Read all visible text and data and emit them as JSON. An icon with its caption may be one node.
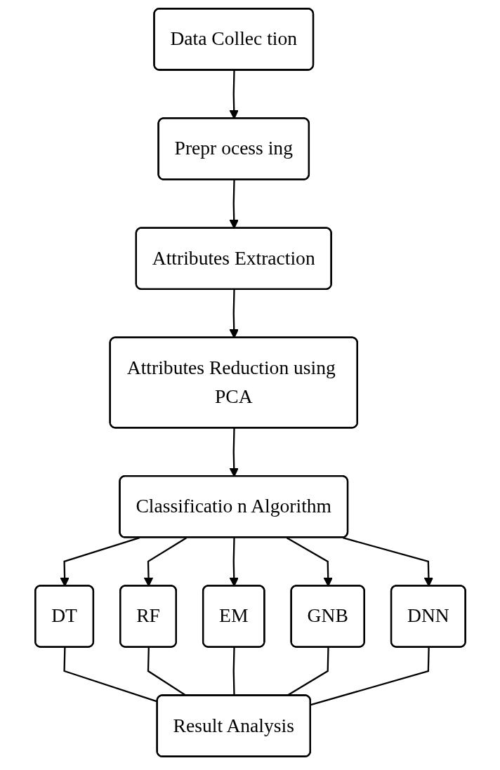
{
  "diagram": {
    "nodes": [
      {
        "text": [
          "Data Collec tion"
        ]
      },
      {
        "text": [
          "Prepr ocess ing"
        ]
      },
      {
        "text": [
          "Attributes Extraction"
        ]
      },
      {
        "text": [
          "Attributes Reduction using PCA"
        ]
      },
      {
        "text": [
          "Classificatio n Algorithm"
        ]
      },
      {
        "text": [
          "DT"
        ]
      },
      {
        "text": [
          "RF"
        ]
      },
      {
        "text": [
          "EM"
        ]
      },
      {
        "text": [
          "GNB"
        ]
      },
      {
        "text": [
          "DNN"
        ]
      },
      {
        "text": [
          "Result Analysis"
        ]
      }
    ],
    "edges": [
      {
        "from": 0,
        "to": 1,
        "arrow": "to"
      },
      {
        "from": 1,
        "to": 2,
        "arrow": "to"
      },
      {
        "from": 2,
        "to": 3,
        "arrow": "to"
      },
      {
        "from": 3,
        "to": 4,
        "arrow": "to"
      },
      {
        "from": 4,
        "to": 5,
        "arrow": "to"
      },
      {
        "from": 4,
        "to": 6,
        "arrow": "to"
      },
      {
        "from": 4,
        "to": 7,
        "arrow": "to"
      },
      {
        "from": 4,
        "to": 8,
        "arrow": "to"
      },
      {
        "from": 4,
        "to": 9,
        "arrow": "to"
      },
      {
        "from": 5,
        "to": 10,
        "arrow": "none"
      },
      {
        "from": 6,
        "to": 10,
        "arrow": "none"
      },
      {
        "from": 7,
        "to": 10,
        "arrow": "none"
      },
      {
        "from": 8,
        "to": 10,
        "arrow": "none"
      },
      {
        "from": 9,
        "to": 10,
        "arrow": "none"
      }
    ]
  }
}
